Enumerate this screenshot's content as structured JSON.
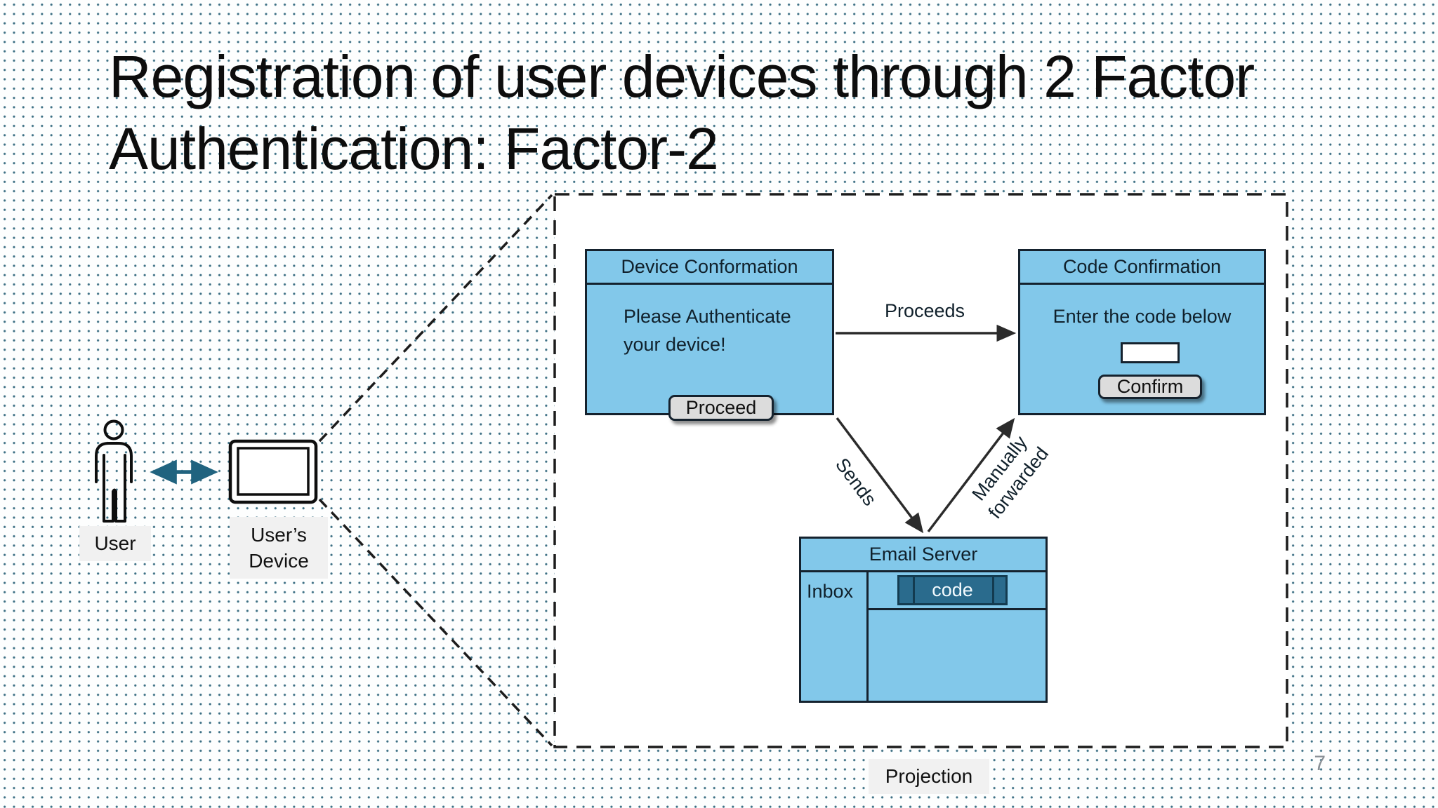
{
  "slide": {
    "title_line1": "Registration of user devices through 2 Factor",
    "title_line2": "Authentication: Factor-2",
    "page_number": "7"
  },
  "left_scene": {
    "user_label": "User",
    "device_label_line1": "User’s",
    "device_label_line2": "Device",
    "icons": [
      "person-icon",
      "monitor-icon",
      "double-arrow-icon"
    ]
  },
  "projection": {
    "caption": "Projection",
    "device_confirmation": {
      "title": "Device Conformation",
      "message_line1": "Please Authenticate",
      "message_line2": "your device!",
      "button_label": "Proceed"
    },
    "code_confirmation": {
      "title": "Code Confirmation",
      "message": "Enter the code below",
      "input_value": "",
      "button_label": "Confirm"
    },
    "email_server": {
      "title": "Email Server",
      "inbox_label": "Inbox",
      "code_item_label": "code"
    },
    "arrows": {
      "proceeds_label": "Proceeds",
      "sends_label": "Sends",
      "manually_forwarded_line1": "Manually",
      "manually_forwarded_line2": "forwarded"
    }
  },
  "colors": {
    "panel_fill": "#82c8ea",
    "panel_border": "#15222e",
    "button_bg": "#dcdcdc",
    "code_pill_bg": "#2a6b8d",
    "code_pill_border": "#133b50",
    "blue_arrow": "#20637f",
    "dark_arrow": "#2b2b2b",
    "dot_pattern": "#1a566e",
    "tag_bg": "#f1f1f1"
  }
}
